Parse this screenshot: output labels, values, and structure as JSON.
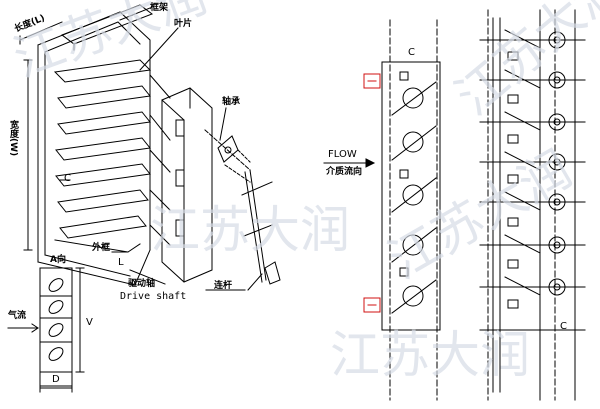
{
  "watermark": {
    "text": "江苏大润"
  },
  "left_view": {
    "labels": {
      "frame": "框架",
      "blade": "叶片",
      "length": "长度(L)",
      "width": "宽度(W)",
      "bearing": "轴承",
      "drive_shaft_cn": "驱动轴",
      "drive_shaft_en": "Drive shaft",
      "linkage": "连杆",
      "view_a": "A向",
      "airflow": "气流",
      "dim_v": "V",
      "dim_d": "D",
      "dim_l": "L",
      "dim_c": "C",
      "outer": "外框"
    }
  },
  "right_view": {
    "labels": {
      "flow_en": "FLOW",
      "flow_cn": "介质流向",
      "center_top": "C",
      "center_bottom": "C"
    }
  },
  "colors": {
    "line": "#000000",
    "watermark": "#d6dce6",
    "marker": "#d01010"
  }
}
